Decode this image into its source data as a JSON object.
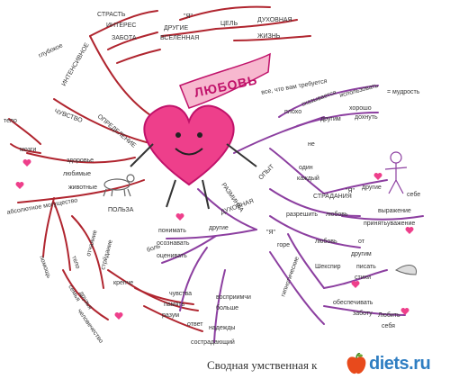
{
  "center": {
    "title": "ЛЮБОВЬ",
    "subtitle": "все, что вам требуется"
  },
  "top_branch": {
    "labels": [
      "СТРАСТЬ",
      "ИНТЕРЕС",
      "ЗАБОТА",
      "ИНТЕНСИВНОЕ",
      "глубокое",
      "\"Я\"",
      "ДРУГИЕ",
      "ВСЕЛЕННАЯ",
      "ЦЕЛЬ",
      "ДУХОВНАЯ",
      "ЖИЗНЬ"
    ]
  },
  "left_branch": {
    "labels": [
      "ЧУВСТВО",
      "ОПРЕДЕЛЕНИЕ",
      "тело",
      "мозги",
      "здоровье",
      "любимые",
      "животные",
      "ПОЛЬЗА",
      "абсолютное могущество",
      "помощь",
      "тело",
      "отчаяние",
      "стрйдание",
      "семья",
      "друзья",
      "человечество",
      "боль",
      "чувства",
      "память",
      "разум",
      "крепче"
    ]
  },
  "center_lower": {
    "labels": [
      "РАЗМИНКА",
      "ДУХОВНАЯ",
      "понимать",
      "другие",
      "осознавать",
      "оценивать",
      "восприимчи",
      "больше",
      "ответ",
      "надежды",
      "сострадающий"
    ]
  },
  "right_branch": {
    "labels": [
      "ОПЫТ",
      "плохо",
      "сказывается",
      "использовать",
      "хорошо",
      "другим",
      "дохнуть",
      "= мудрость",
      "не",
      "один",
      "каждый",
      "СТРАДАНИЯ",
      "\"Я\"",
      "другие",
      "себе",
      "разрешить",
      "любовь",
      "выражение",
      "принять",
      "уважение",
      "горе",
      "любовь",
      "от",
      "другим",
      "Шекспир",
      "писать",
      "стихи",
      "гипнотические",
      "обеспечивать",
      "заботу",
      "Любить",
      "себя",
      "\"Я\""
    ]
  },
  "caption": "Сводная умственная к",
  "brand": "diets.ru",
  "colors": {
    "heart": "#ee3f8b",
    "heart_dark": "#c0126a",
    "ribbon": "#f7b8cf",
    "branch_red": "#b0252f",
    "branch_purple": "#8c3fa0",
    "brand_blue": "#2f7ec2",
    "apple": "#e84a1c"
  },
  "icons": [
    "heart-character-icon",
    "dog-icon",
    "person-icon",
    "quill-icon",
    "apple-logo-icon",
    "small-heart-icon"
  ]
}
